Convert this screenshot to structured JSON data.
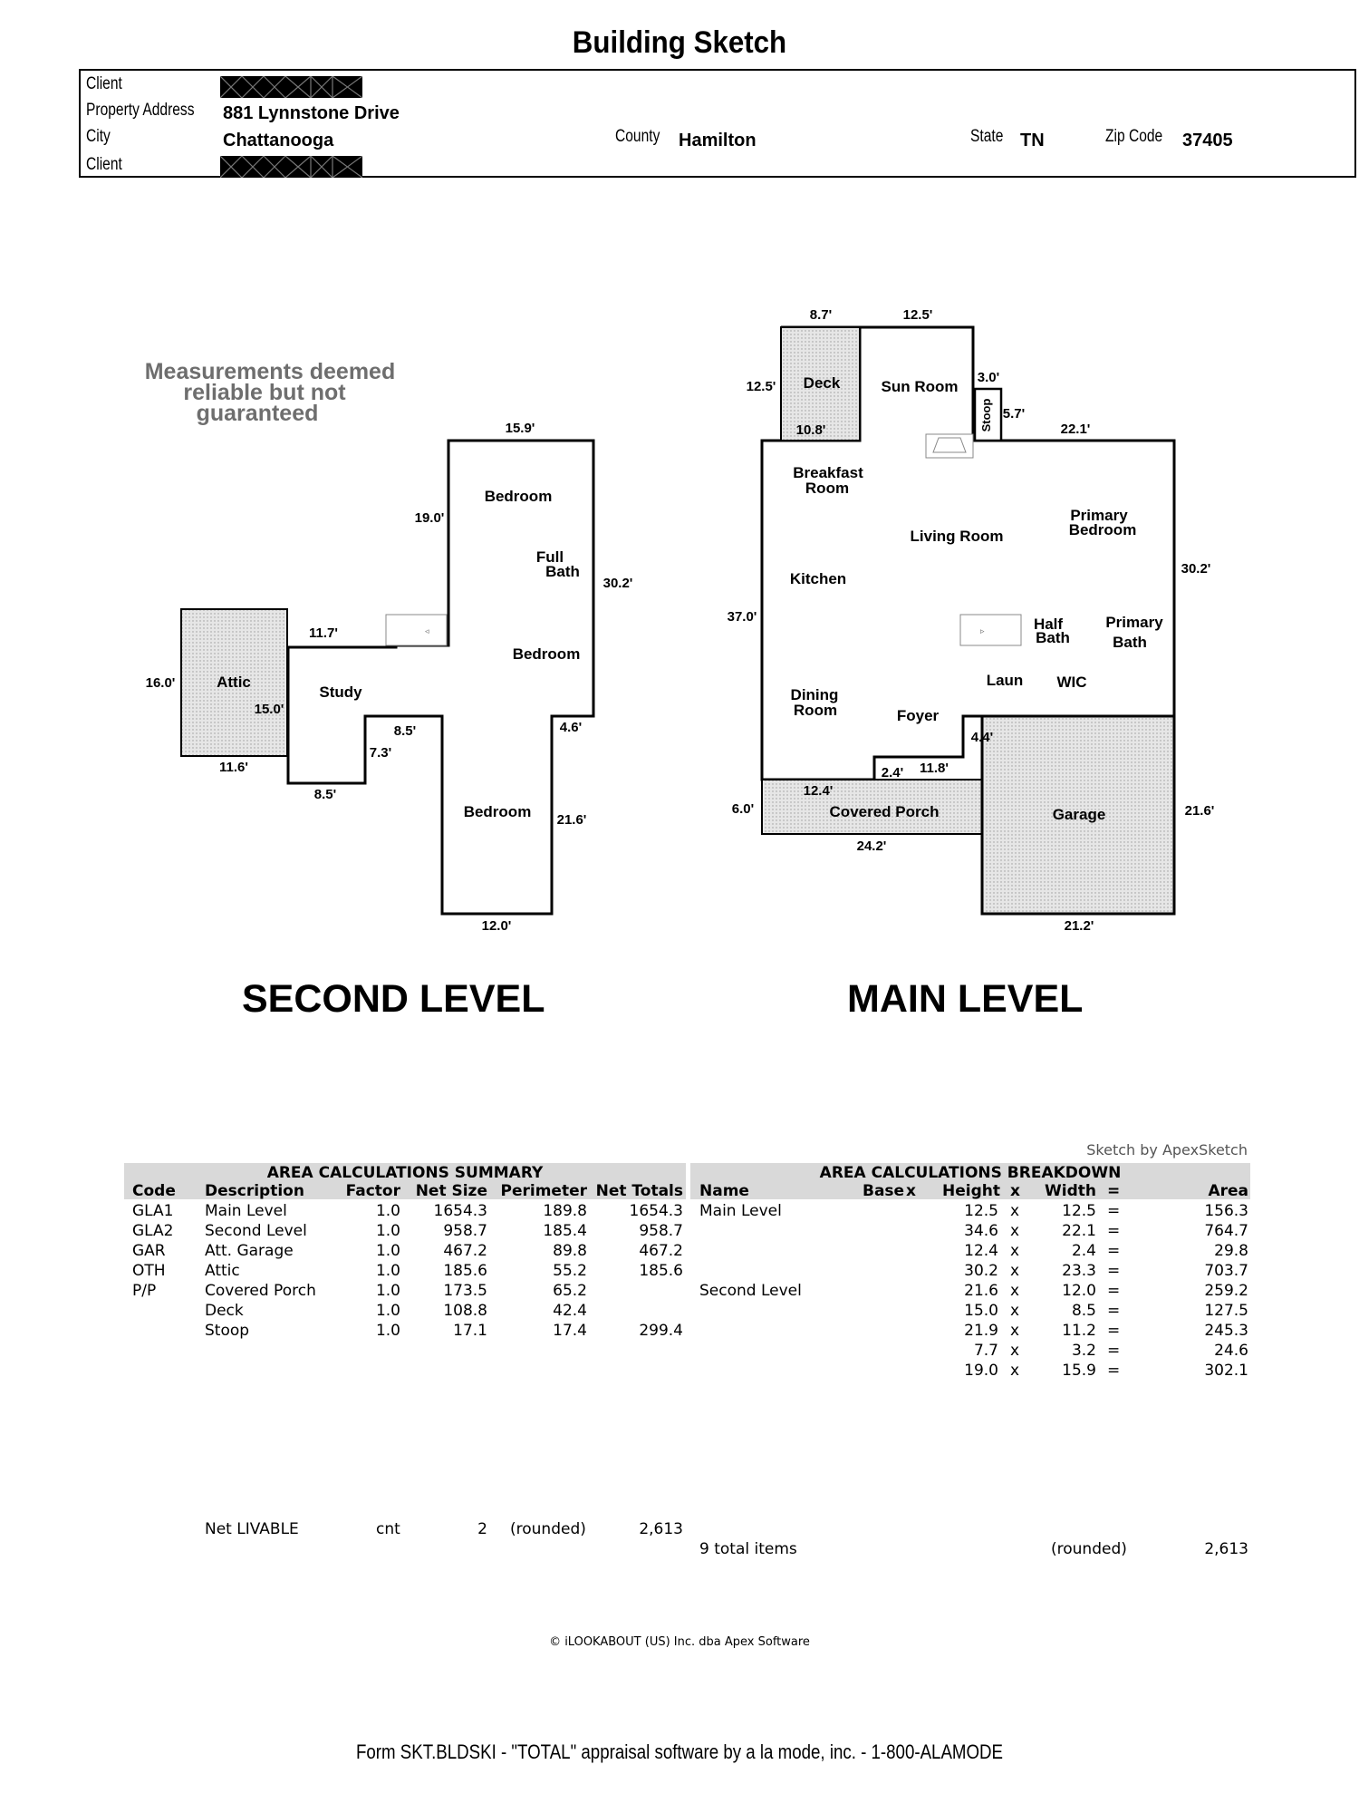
{
  "title": "Building Sketch",
  "header": {
    "client_label": "Client",
    "address_label": "Property Address",
    "address_value": "881 Lynnstone Drive",
    "city_label": "City",
    "city_value": "Chattanooga",
    "county_label": "County",
    "county_value": "Hamilton",
    "state_label": "State",
    "state_value": "TN",
    "zip_label": "Zip Code",
    "zip_value": "37405",
    "client2_label": "Client"
  },
  "sketch": {
    "disclaimer": [
      "Measurements deemed",
      "reliable but not",
      "guaranteed"
    ],
    "second_level_title": "SECOND LEVEL",
    "main_level_title": "MAIN LEVEL",
    "second_rooms": [
      "Bedroom",
      "Full",
      "Bath",
      "Bedroom",
      "Attic",
      "Study",
      "Bedroom"
    ],
    "second_dims": [
      "15.9'",
      "19.0'",
      "30.2'",
      "11.7'",
      "16.0'",
      "15.0'",
      "8.5'",
      "4.6'",
      "7.3'",
      "11.6'",
      "8.5'",
      "21.6'",
      "12.0'"
    ],
    "main_rooms": [
      "Deck",
      "Sun Room",
      "Stoop",
      "Breakfast",
      "Room",
      "Living Room",
      "Primary",
      "Bedroom",
      "Kitchen",
      "Half",
      "Bath",
      "Primary",
      "Bath",
      "Laun",
      "WIC",
      "Dining",
      "Room",
      "Foyer",
      "Covered Porch",
      "Garage"
    ],
    "main_dims": [
      "8.7'",
      "12.5'",
      "12.5'",
      "3.0'",
      "5.7'",
      "10.8'",
      "22.1'",
      "30.2'",
      "37.0'",
      "4.4'",
      "2.4'",
      "11.8'",
      "12.4'",
      "6.0'",
      "24.2'",
      "21.6'",
      "21.2'"
    ]
  },
  "sketch_by": "Sketch by ApexSketch",
  "summary": {
    "title": "AREA CALCULATIONS SUMMARY",
    "headers": [
      "Code",
      "Description",
      "Factor",
      "Net Size",
      "Perimeter",
      "Net Totals"
    ],
    "rows": [
      [
        "GLA1",
        "Main Level",
        "1.0",
        "1654.3",
        "189.8",
        "1654.3"
      ],
      [
        "GLA2",
        "Second Level",
        "1.0",
        "958.7",
        "185.4",
        "958.7"
      ],
      [
        "GAR",
        "Att. Garage",
        "1.0",
        "467.2",
        "89.8",
        "467.2"
      ],
      [
        "OTH",
        "Attic",
        "1.0",
        "185.6",
        "55.2",
        "185.6"
      ],
      [
        "P/P",
        "Covered Porch",
        "1.0",
        "173.5",
        "65.2",
        ""
      ],
      [
        "",
        "Deck",
        "1.0",
        "108.8",
        "42.4",
        ""
      ],
      [
        "",
        "Stoop",
        "1.0",
        "17.1",
        "17.4",
        "299.4"
      ]
    ],
    "footer": [
      "Net LIVABLE",
      "cnt",
      "2",
      "(rounded)",
      "2,613"
    ]
  },
  "breakdown": {
    "title": "AREA CALCULATIONS BREAKDOWN",
    "headers": [
      "Name",
      "Base",
      "x",
      "Height",
      "x",
      "Width",
      "=",
      "Area"
    ],
    "rows": [
      [
        "Main Level",
        "12.5",
        "x",
        "12.5",
        "=",
        "156.3"
      ],
      [
        "",
        "34.6",
        "x",
        "22.1",
        "=",
        "764.7"
      ],
      [
        "",
        "12.4",
        "x",
        "2.4",
        "=",
        "29.8"
      ],
      [
        "",
        "30.2",
        "x",
        "23.3",
        "=",
        "703.7"
      ],
      [
        "Second Level",
        "21.6",
        "x",
        "12.0",
        "=",
        "259.2"
      ],
      [
        "",
        "15.0",
        "x",
        "8.5",
        "=",
        "127.5"
      ],
      [
        "",
        "21.9",
        "x",
        "11.2",
        "=",
        "245.3"
      ],
      [
        "",
        "7.7",
        "x",
        "3.2",
        "=",
        "24.6"
      ],
      [
        "",
        "19.0",
        "x",
        "15.9",
        "=",
        "302.1"
      ]
    ],
    "footer": [
      "9 total items",
      "(rounded)",
      "2,613"
    ]
  },
  "copyright": "© iLOOKABOUT (US) Inc. dba Apex Software",
  "form_line": "Form SKT.BLDSKI - \"TOTAL\" appraisal software by a la mode, inc. - 1-800-ALAMODE"
}
